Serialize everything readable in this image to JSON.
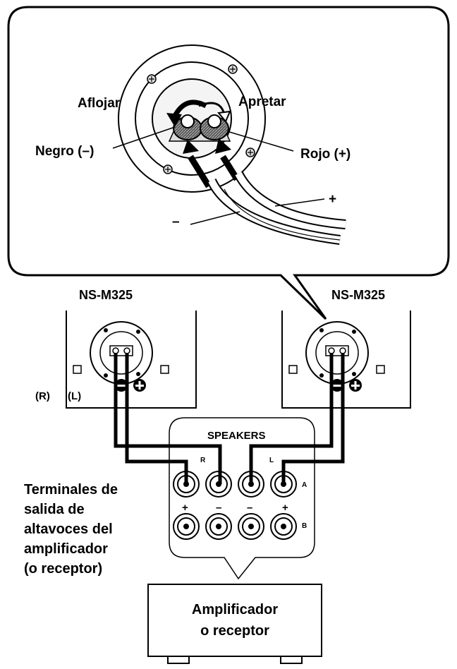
{
  "callout": {
    "loosen": "Aflojar",
    "tighten": "Apretar",
    "black": "Negro (–)",
    "red": "Rojo (+)",
    "minus": "–",
    "plus": "+"
  },
  "speakers": {
    "left_model": "NS-M325",
    "right_model": "NS-M325",
    "channel_r": "(R)",
    "channel_l": "(L)"
  },
  "amp_panel": {
    "title": "SPEAKERS",
    "r": "R",
    "l": "L",
    "row_a": "A",
    "row_b": "B",
    "plus_1": "+",
    "minus_1": "–",
    "minus_2": "–",
    "plus_2": "+"
  },
  "terminals_label": [
    "Terminales de",
    "salida de",
    "altavoces del",
    "amplificador",
    "(o receptor)"
  ],
  "amplifier": {
    "line1": "Amplificador",
    "line2": "o receptor"
  }
}
